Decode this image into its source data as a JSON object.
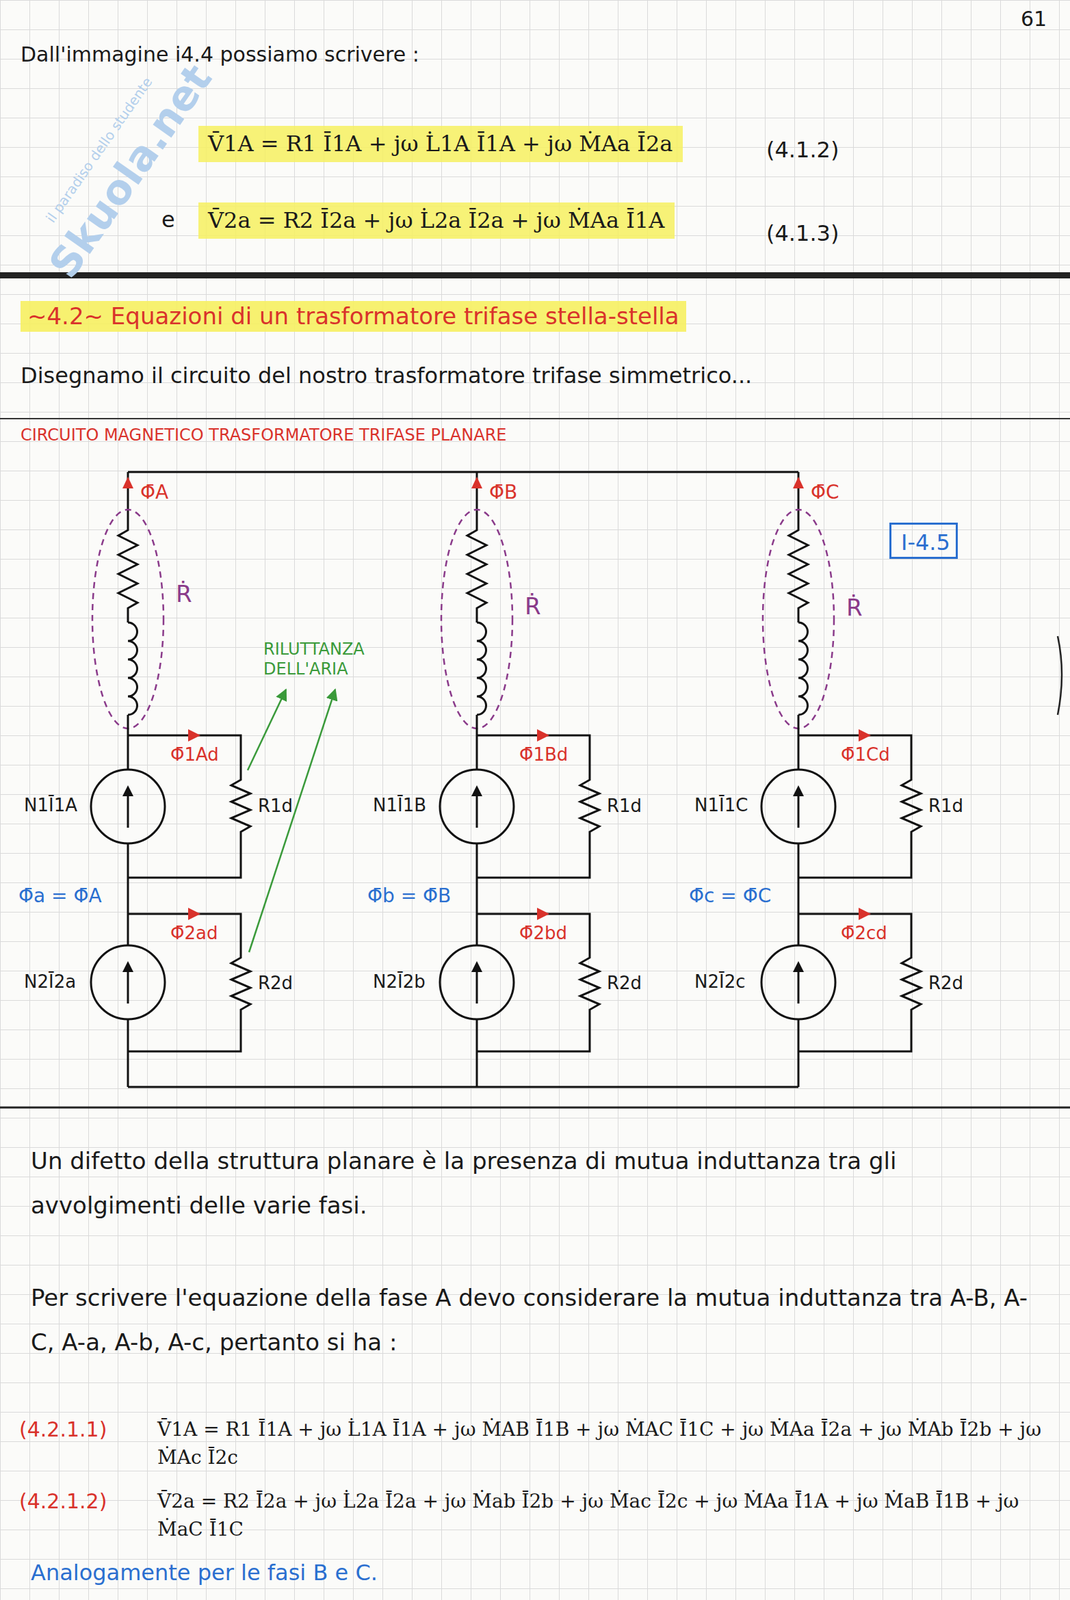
{
  "diagram": {
    "title": "~4.2~ Equazioni di un trasformatore trifase stella-stella",
    "nodes": [
      {
        "text": [
          "V̄1A = R1 Ī1A + jω L̇1A Ī1A + jω ṀAa Ī2a"
        ]
      },
      {
        "text": [
          "V̄2a = R2 Ī2a + jω L̇2a Ī2a + jω ṀAa Ī1A"
        ]
      },
      {
        "text": [
          "I-4.5"
        ]
      }
    ],
    "labels": [
      "61",
      "Dall'immagine i4.4 possiamo scrivere :",
      "(4.1.2)",
      "e",
      "(4.1.3)",
      "Disegnamo il circuito del nostro trasformatore trifase simmetrico...",
      "CIRCUITO MAGNETICO TRASFORMATORE TRIFASE PLANARE",
      "Φ̄A",
      "Φ̄B",
      "Φ̄C",
      "Ṙ",
      "Ṙ",
      "Ṙ",
      "RILUTTANZA DELL'ARIA",
      "Φ̄1Ad",
      "Φ̄1Bd",
      "Φ̄1Cd",
      "N1Ī1A",
      "N1Ī1B",
      "N1Ī1C",
      "R1d",
      "R1d",
      "R1d",
      "Φ̄a = Φ̄A",
      "Φ̄b = Φ̄B",
      "Φ̄c = Φ̄C",
      "Φ̄2ad",
      "Φ̄2bd",
      "Φ̄2cd",
      "N2Ī2a",
      "N2Ī2b",
      "N2Ī2c",
      "R2d",
      "R2d",
      "R2d",
      "Un difetto della struttura planare è la presenza di mutua induttanza tra gli avvolgimenti delle varie fasi.",
      "Per scrivere l'equazione della fase A devo considerare la mutua induttanza tra A-B, A-C, A-a, A-b, A-c, pertanto si ha :",
      "(4.2.1.1)",
      "V̄1A = R1 Ī1A + jω L̇1A Ī1A + jω ṀAB Ī1B + jω ṀAC Ī1C + jω ṀAa Ī2a + jω ṀAb Ī2b + jω ṀAc Ī2c",
      "(4.2.1.2)",
      "V̄2a = R2 Ī2a + jω L̇2a Ī2a + jω Ṁab Ī2b + jω Ṁac Ī2c + jω ṀAa Ī1A + jω ṀaB Ī1B + jω ṀaC Ī1C",
      "Analogamente per le fasi B e C.",
      "Skuola.net",
      "il paradiso dello studente"
    ]
  }
}
